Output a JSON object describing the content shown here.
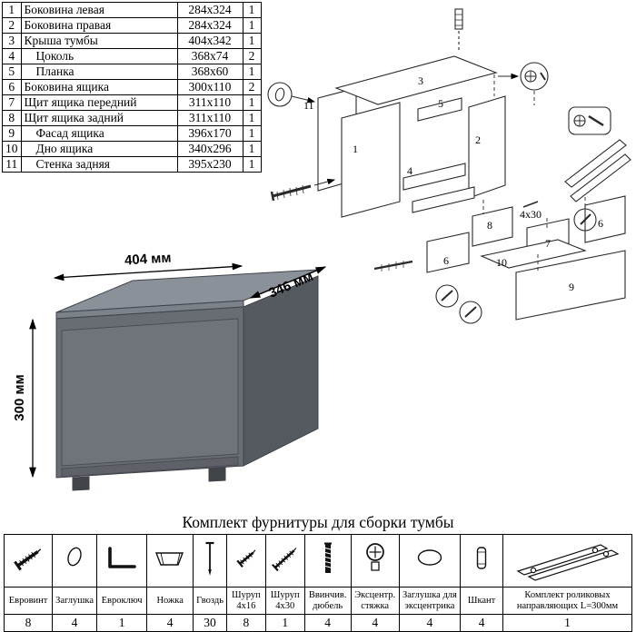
{
  "parts_table": {
    "rows": [
      {
        "num": "1",
        "name": "Боковина левая",
        "size": "284x324",
        "qty": "1"
      },
      {
        "num": "2",
        "name": "Боковина правая",
        "size": "284x324",
        "qty": "1"
      },
      {
        "num": "3",
        "name": "Крыша тумбы",
        "size": "404x342",
        "qty": "1"
      },
      {
        "num": "4",
        "name": "Цоколь",
        "size": "368x74",
        "qty": "2"
      },
      {
        "num": "5",
        "name": "Планка",
        "size": "368x60",
        "qty": "1"
      },
      {
        "num": "6",
        "name": "Боковина ящика",
        "size": "300x110",
        "qty": "2"
      },
      {
        "num": "7",
        "name": "Щит ящика передний",
        "size": "311x110",
        "qty": "1"
      },
      {
        "num": "8",
        "name": "Щит ящика задний",
        "size": "311x110",
        "qty": "1"
      },
      {
        "num": "9",
        "name": "Фасад ящика",
        "size": "396x170",
        "qty": "1"
      },
      {
        "num": "10",
        "name": "Дно ящика",
        "size": "340x296",
        "qty": "1"
      },
      {
        "num": "11",
        "name": "Стенка задняя",
        "size": "395x230",
        "qty": "1"
      }
    ]
  },
  "diagram": {
    "labels": {
      "p1": "1",
      "p2": "2",
      "p3": "3",
      "p4": "4",
      "p5": "5",
      "p6a": "6",
      "p6b": "6",
      "p7": "7",
      "p8": "8",
      "p9": "9",
      "p10": "10",
      "p11": "11",
      "screw_note": "4x30"
    }
  },
  "dims": {
    "width": "404 мм",
    "depth": "346 мм",
    "height": "300 мм"
  },
  "hardware": {
    "title": "Комплект фурнитуры для сборки тумбы",
    "items": [
      {
        "label": "Евровинт",
        "qty": "8",
        "icon": "euro-screw"
      },
      {
        "label": "Заглушка",
        "qty": "4",
        "icon": "plug-cap"
      },
      {
        "label": "Евроключ",
        "qty": "1",
        "icon": "hex-key"
      },
      {
        "label": "Ножка",
        "qty": "4",
        "icon": "foot"
      },
      {
        "label": "Гвоздь",
        "qty": "30",
        "icon": "nail"
      },
      {
        "label": "Шуруп 4x16",
        "qty": "8",
        "icon": "screw-small"
      },
      {
        "label": "Шуруп 4x30",
        "qty": "1",
        "icon": "screw-long"
      },
      {
        "label": "Ввинчив. дюбель",
        "qty": "4",
        "icon": "threaded-dowel"
      },
      {
        "label": "Эксцентр. стяжка",
        "qty": "4",
        "icon": "cam-lock"
      },
      {
        "label": "Заглушка для эксцентрика",
        "qty": "4",
        "icon": "cam-cap"
      },
      {
        "label": "Шкант",
        "qty": "4",
        "icon": "wood-dowel"
      },
      {
        "label": "Комплект роликовых направляющих L=300мм",
        "qty": "1",
        "icon": "drawer-rails"
      }
    ]
  }
}
